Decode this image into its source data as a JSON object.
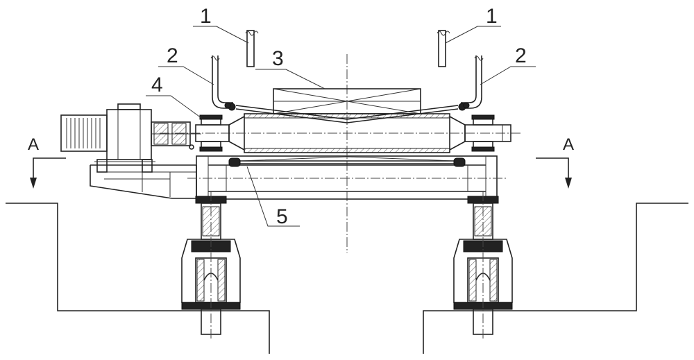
{
  "labels": {
    "callout_1_left": "1",
    "callout_1_right": "1",
    "callout_2_left": "2",
    "callout_2_right": "2",
    "callout_3": "3",
    "callout_4": "4",
    "callout_5": "5",
    "section_left": "A",
    "section_right": "A"
  },
  "colors": {
    "line": "#222222",
    "background": "#ffffff"
  }
}
